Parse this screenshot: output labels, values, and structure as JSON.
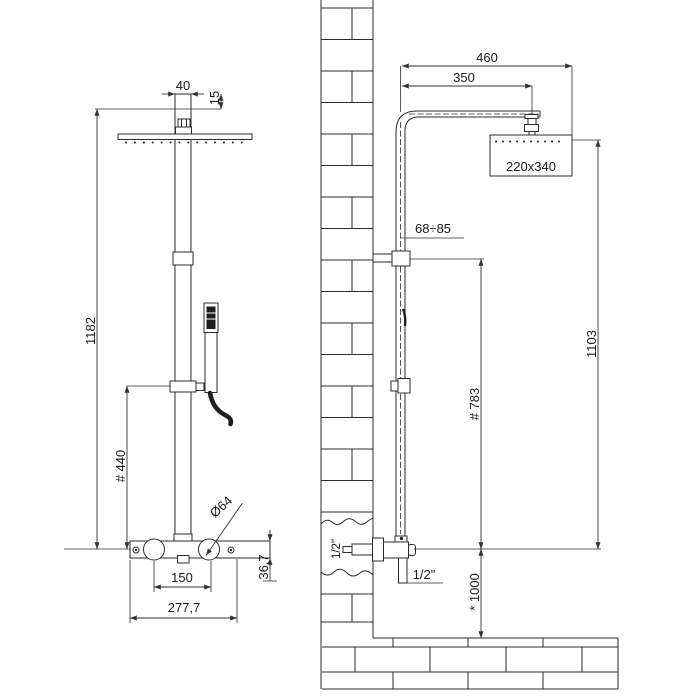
{
  "front_view": {
    "labels": {
      "arm_width": "40",
      "arm_offset": "15",
      "column_height": "1182",
      "handset_height": "# 440",
      "knob_diameter": "Ø64",
      "knob_spacing": "150",
      "valve_width": "277,7",
      "valve_height": "36,7"
    }
  },
  "side_view": {
    "labels": {
      "reach_overall": "460",
      "reach_arm": "350",
      "head_size": "220x340",
      "bracket_offset": "68÷85",
      "head_to_valve": "1103",
      "bracket_to_valve": "# 783",
      "inlet_thread": "1/2\"",
      "outlet_thread": "1/2\"",
      "valve_floor_height": "* 1000"
    }
  },
  "colors": {
    "line": "#2b2b2b",
    "dark": "#1f1f1f",
    "dim": "#333333",
    "bg": "#ffffff"
  }
}
